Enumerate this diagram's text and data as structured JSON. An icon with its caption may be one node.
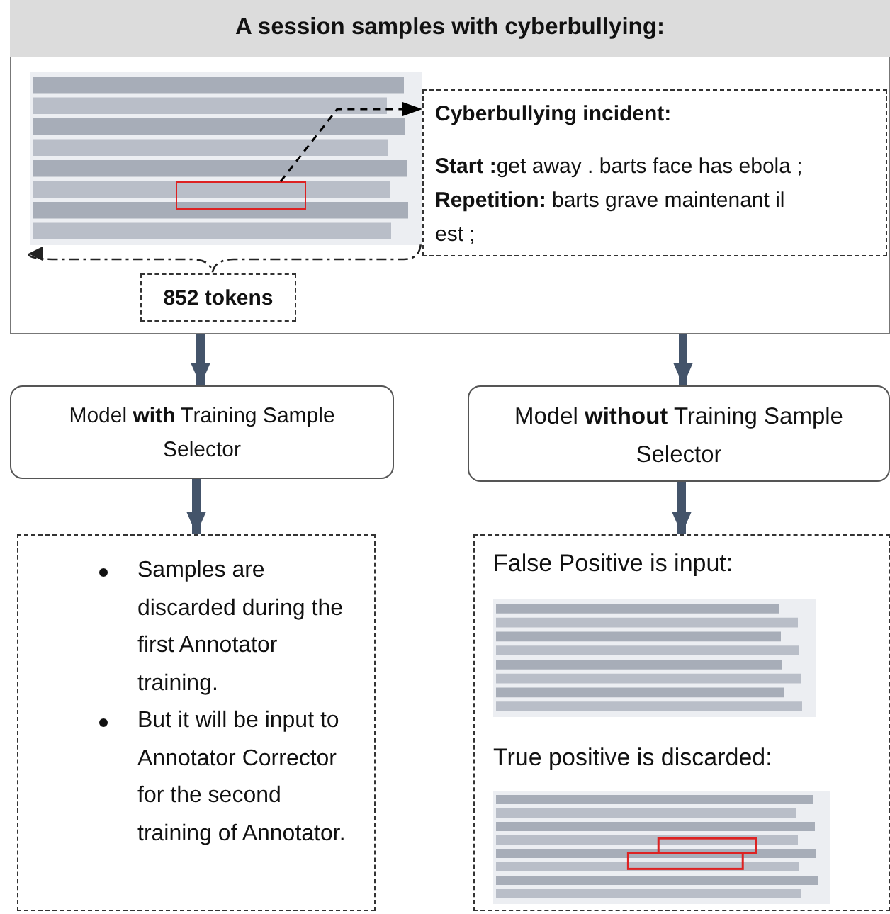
{
  "diagram": {
    "nodes": [
      {
        "text": [
          "A session samples with cyberbullying:"
        ]
      },
      {
        "text": [],
        "shape": "picture",
        "in": 0
      },
      {
        "text": [],
        "shape": "box",
        "in": 1
      },
      {
        "text": [
          "Cyberbullying incident:",
          "**Start :**get away . barts face has ebola ;",
          "**Repetition:** barts grave maintenant il est ;"
        ],
        "in": 0
      },
      {
        "text": [
          "852 tokens"
        ],
        "in": 0
      },
      {
        "text": [
          "Model **with** Training Sample Selector"
        ]
      },
      {
        "text": [
          "Model **without** Training Sample Selector"
        ]
      },
      {
        "text": [
          "Samples are discarded during the first Annotator training.",
          "But it will be input to Annotator Corrector for the second training of Annotator."
        ]
      },
      {
        "text": [
          "False Positive is input:",
          "True positive is discarded:"
        ]
      },
      {
        "text": [],
        "shape": "picture",
        "in": 8
      },
      {
        "text": [],
        "shape": "picture",
        "in": 8
      }
    ],
    "edges": [
      {
        "from": 2,
        "to": 3,
        "arrow": "to",
        "style": "dashed",
        "color": "#000000"
      },
      {
        "from": 0,
        "to": 5,
        "arrow": "to"
      },
      {
        "from": 0,
        "to": 6,
        "arrow": "to"
      },
      {
        "from": 5,
        "to": 7,
        "arrow": "to"
      },
      {
        "from": 6,
        "to": 8,
        "arrow": "to"
      }
    ]
  }
}
